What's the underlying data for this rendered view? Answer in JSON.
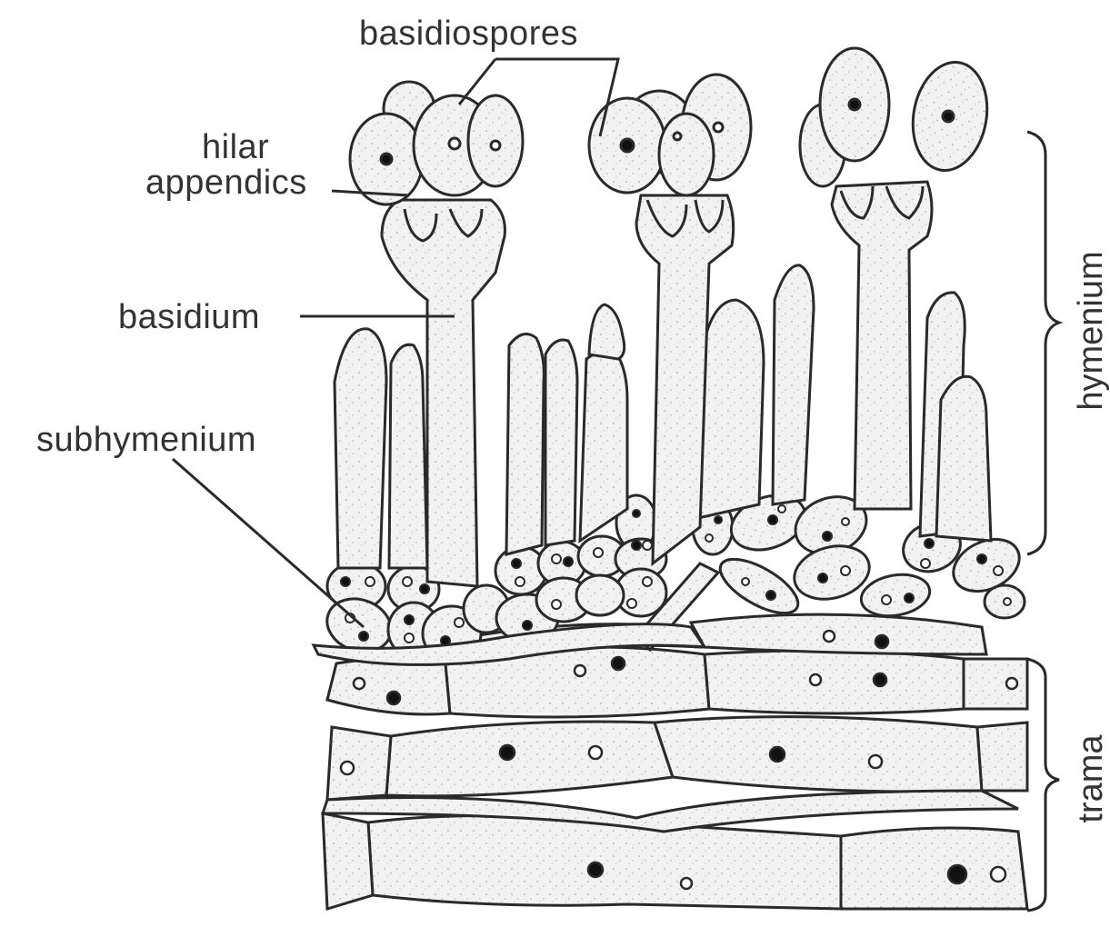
{
  "labels": {
    "basidiospores": "basidiospores",
    "hilar_line1": "hilar",
    "hilar_line2": "appendics",
    "basidium": "basidium",
    "subhymenium": "subhymenium",
    "hymenium": "hymenium",
    "trama": "trama"
  },
  "colors": {
    "ink": "#2a2a2a",
    "cell_fill": "#f1f1f1",
    "dark_nucleus": "#111111",
    "background": "#ffffff"
  }
}
